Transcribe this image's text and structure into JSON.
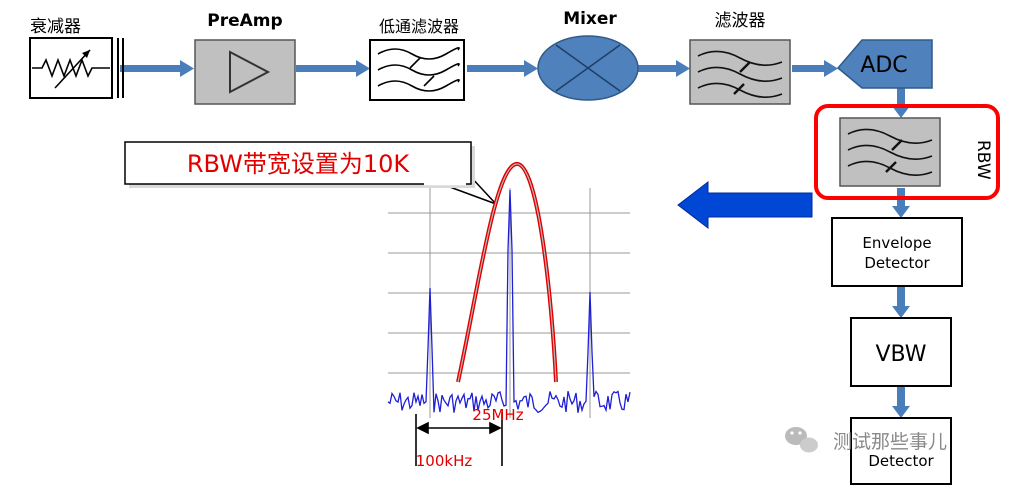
{
  "chain": {
    "attenuator": "衰减器",
    "preamp": "PreAmp",
    "lowpass": "低通滤波器",
    "mixer": "Mixer",
    "filter": "滤波器",
    "adc": "ADC",
    "rbw": "RBW",
    "envelope_line1": "Envelope",
    "envelope_line2": "Detector",
    "vbw": "VBW",
    "detector": "Detector"
  },
  "callout": {
    "text": "RBW带宽设置为10K"
  },
  "spectrum": {
    "spacing_label": "25MHz",
    "bandwidth_label": "100kHz"
  },
  "watermark": {
    "text": "测试那些事儿"
  },
  "colors": {
    "arrow": "#4a7ebb",
    "block_gray": "#c0c0c0",
    "mixer_fill": "#4f81bd",
    "adc_fill": "#4f81bd",
    "highlight": "#ff0000",
    "spectrum_trace": "#1f1fd6",
    "big_arrow": "#0047d6"
  }
}
